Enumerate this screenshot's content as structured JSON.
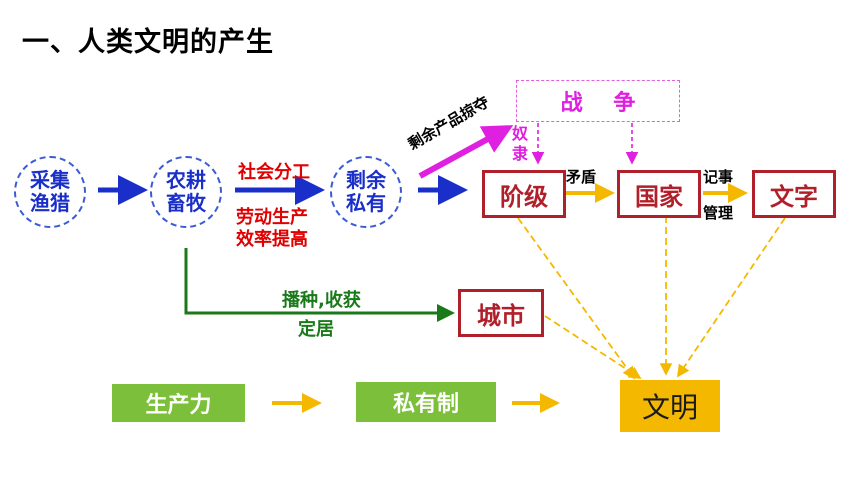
{
  "title": "一、人类文明的产生",
  "nodes": {
    "gather_line1": "采集",
    "gather_line2": "渔猎",
    "farm_line1": "农耕",
    "farm_line2": "畜牧",
    "surplus_line1": "剩余",
    "surplus_line2": "私有",
    "war": "战    争",
    "class": "阶级",
    "state": "国家",
    "writing": "文字",
    "city": "城市",
    "civilization": "文明"
  },
  "labels": {
    "division_of_labor": "社会分工",
    "productivity_line1": "劳动生产",
    "productivity_line2": "效率提高",
    "plunder": "剩余产品掠夺",
    "slave_1": "奴",
    "slave_2": "隶",
    "conflict": "矛盾",
    "record": "记事",
    "manage": "管理",
    "sow_harvest": "播种,收获",
    "settle": "定居"
  },
  "bottom_row": {
    "productivity": "生产力",
    "private_ownership": "私有制"
  },
  "colors": {
    "blue": "#1a2fc9",
    "dark_red": "#b0202a",
    "magenta": "#e020e0",
    "green": "#1a7a1a",
    "orange": "#f5b800",
    "green_box": "#7cbf3a",
    "red_text": "#e00000"
  }
}
